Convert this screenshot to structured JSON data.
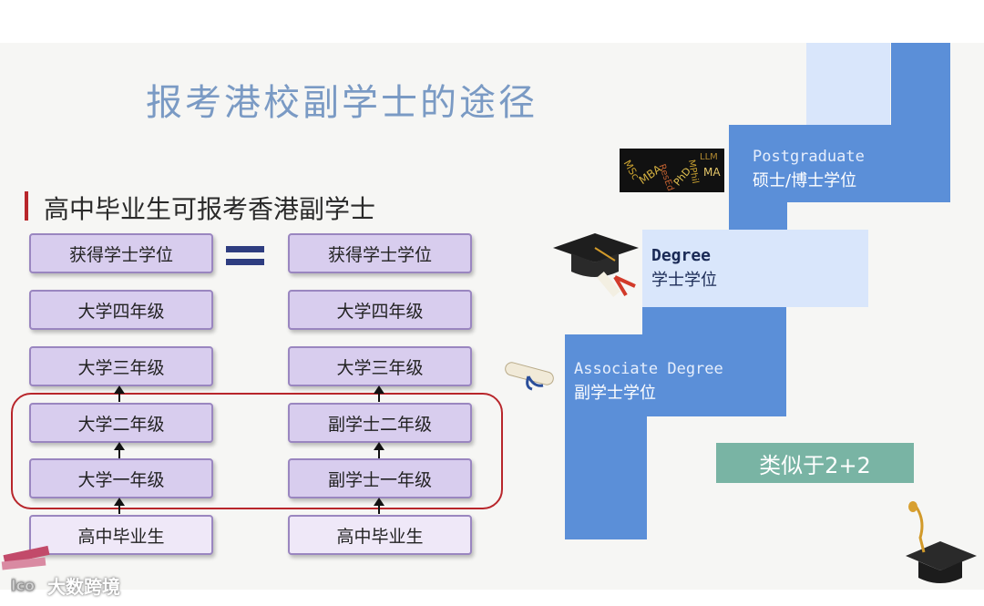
{
  "slide": {
    "title": "报考港校副学士的途径",
    "subtitle": "高中毕业生可报考香港副学士"
  },
  "left_column": [
    "获得学士学位",
    "大学四年级",
    "大学三年级",
    "大学二年级",
    "大学一年级",
    "高中毕业生"
  ],
  "right_column": [
    "获得学士学位",
    "大学四年级",
    "大学三年级",
    "副学士二年级",
    "副学士一年级",
    "高中毕业生"
  ],
  "stairs": {
    "postgraduate_en": "Postgraduate",
    "postgraduate_cn": "硕士/博士学位",
    "degree_en": "Degree",
    "degree_cn": "学士学位",
    "associate_en": "Associate Degree",
    "associate_cn": "副学士学位"
  },
  "similar_label": "类似于2+2",
  "watermark": "大数跨境",
  "colors": {
    "title": "#7a9ac4",
    "stair_blue": "#5b8fd8",
    "stair_light": "#d9e6fb",
    "box_fill": "#d8cdee",
    "box_border": "#9a86c0",
    "highlight_border": "#b8262b",
    "similar_fill": "#79b4a4"
  },
  "icons": [
    "keyword-collage-image",
    "graduation-cap-icon",
    "diploma-scroll-icon",
    "graduation-cap-tassel-icon",
    "books-icon"
  ]
}
